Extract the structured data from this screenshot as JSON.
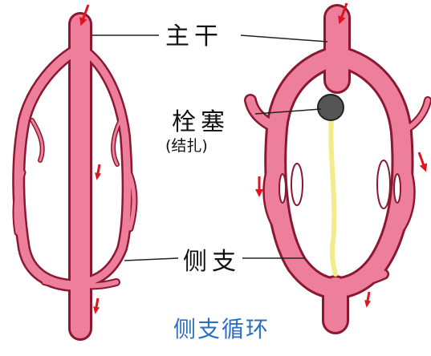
{
  "labels": {
    "main_trunk": "主干",
    "embolus": "栓塞",
    "ligation": "(结扎)",
    "collateral": "侧支"
  },
  "caption": "侧支循环",
  "colors": {
    "vessel_outline": "#8a1830",
    "vessel_fill": "#ee7f9c",
    "arrow": "#e0141e",
    "thrombus_line": "#f2ec8a",
    "embolus": "#555555",
    "caption": "#2d6fc0",
    "leader_line": "#222222"
  },
  "icons": [
    "flow-arrow-icon",
    "embolus-ball-icon"
  ]
}
